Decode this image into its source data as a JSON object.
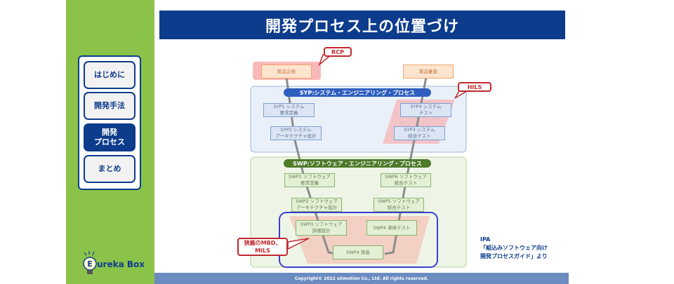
{
  "title": "開発プロセス上の位置づけ",
  "nav": {
    "items": [
      {
        "label": "はじめに",
        "active": false
      },
      {
        "label": "開発手法",
        "active": false
      },
      {
        "label": "開発\nプロセス",
        "active": true
      },
      {
        "label": "まとめ",
        "active": false
      }
    ]
  },
  "logo": {
    "text": "ureka Box",
    "letter": "E"
  },
  "diagram": {
    "product_planning": "製品企画",
    "product_review": "製品審査",
    "syp_header": "SYP:システム・エンジニアリング・プロセス",
    "syp1": "SYP1 システム\n要求定義",
    "syp2": "SYP2 システム\nアーキテクチャ設計",
    "syp3": "SYP3 システム\n結合テスト",
    "syp4": "SYP4 システム\nテスト",
    "swp_header": "SWP:ソフトウェア・エンジニアリング・プロセス",
    "swp1": "SWP1 ソフトウェア\n要求定義",
    "swp2": "SWP2 ソフトウェア\nアーキテクチャ設計",
    "swp3": "SWP3 ソフトウェア\n詳細設計",
    "swp4_impl": "SWP4 実装",
    "swp4_test": "SWP4 単体テスト",
    "swp5": "SWP5 ソフトウェア\n結合テスト",
    "swp6": "SWP6 ソフトウェア\n統合テスト",
    "callout_rcp": "RCP",
    "callout_hils": "HILS",
    "callout_mbd": "狭義のMBD、\nMILS",
    "colors": {
      "syp_header": "#2e5fbf",
      "swp_header": "#4e7a2a",
      "callout": "#c0282d",
      "highlight": "#f5b5b5"
    }
  },
  "source": {
    "line1": "IPA",
    "line2": "「組込みソフトウェア向け",
    "line3": "開発プロセスガイド」より"
  },
  "footer": "Copyright© 2022 eXmotion Co., Ltd. All rights reserved."
}
